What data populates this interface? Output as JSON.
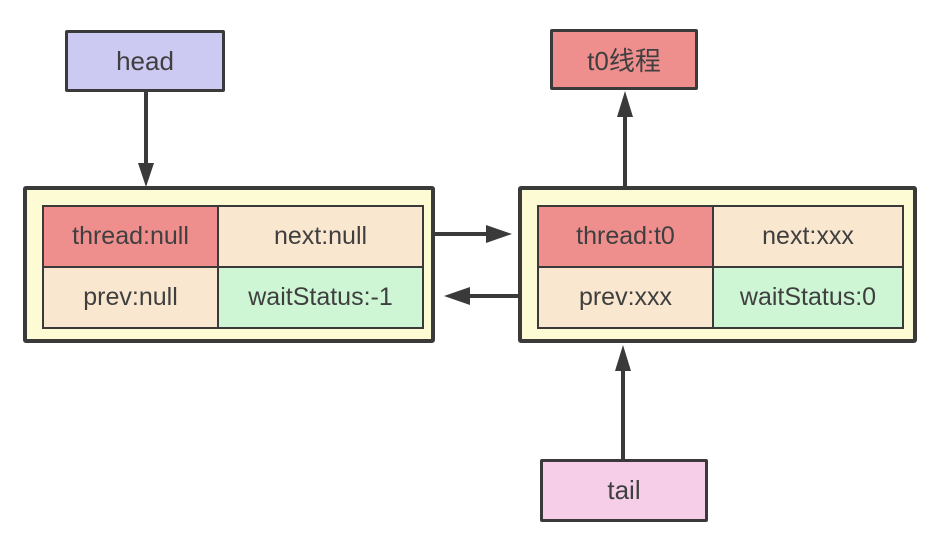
{
  "labels": {
    "head": "head",
    "thread": "t0线程",
    "tail": "tail"
  },
  "nodes": [
    {
      "name": "head-node",
      "cells": [
        {
          "key": "thread",
          "label": "thread:null",
          "color": "#EE8F8E"
        },
        {
          "key": "next",
          "label": "next:null",
          "color": "#FAE7D0"
        },
        {
          "key": "prev",
          "label": "prev:null",
          "color": "#FAE7D0"
        },
        {
          "key": "waitStatus",
          "label": "waitStatus:-1",
          "color": "#CEF6D4"
        }
      ]
    },
    {
      "name": "tail-node",
      "cells": [
        {
          "key": "thread",
          "label": "thread:t0",
          "color": "#EE8F8E"
        },
        {
          "key": "next",
          "label": "next:xxx",
          "color": "#FAE7D0"
        },
        {
          "key": "prev",
          "label": "prev:xxx",
          "color": "#FAE7D0"
        },
        {
          "key": "waitStatus",
          "label": "waitStatus:0",
          "color": "#CEF6D4"
        }
      ]
    }
  ],
  "edges": [
    {
      "from": "head",
      "to": "head-node"
    },
    {
      "from": "head-node.next",
      "to": "tail-node"
    },
    {
      "from": "tail-node.prev",
      "to": "head-node"
    },
    {
      "from": "tail-node.thread",
      "to": "t0线程"
    },
    {
      "from": "tail",
      "to": "tail-node"
    }
  ],
  "palette": {
    "canvas_background": "#FFFFFF",
    "node_background": "#FDFBD4",
    "thread_cell": "#EE8F8E",
    "pointer_cell": "#FAE7D0",
    "wait_status_cell": "#CEF6D4",
    "head_box": "#CCC9F2",
    "thread_box": "#EE8F8E",
    "tail_box": "#F6CEE8",
    "border": "#3A3A3A",
    "arrow": "#3A3A3A"
  }
}
